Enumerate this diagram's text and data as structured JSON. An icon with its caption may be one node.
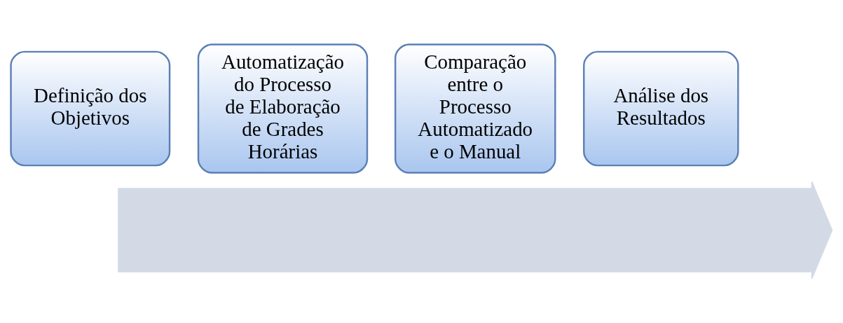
{
  "diagram": {
    "nodes": [
      {
        "text": [
          "Definição dos Objetivos"
        ]
      },
      {
        "text": [
          "Automatização do Processo de Elaboração de Grades Horárias"
        ]
      },
      {
        "text": [
          "Comparação entre o Processo Automatizado e o Manual"
        ]
      },
      {
        "text": [
          "Análise dos Resultados"
        ]
      },
      {
        "text": [],
        "shape": "arrow"
      }
    ],
    "edges": []
  }
}
